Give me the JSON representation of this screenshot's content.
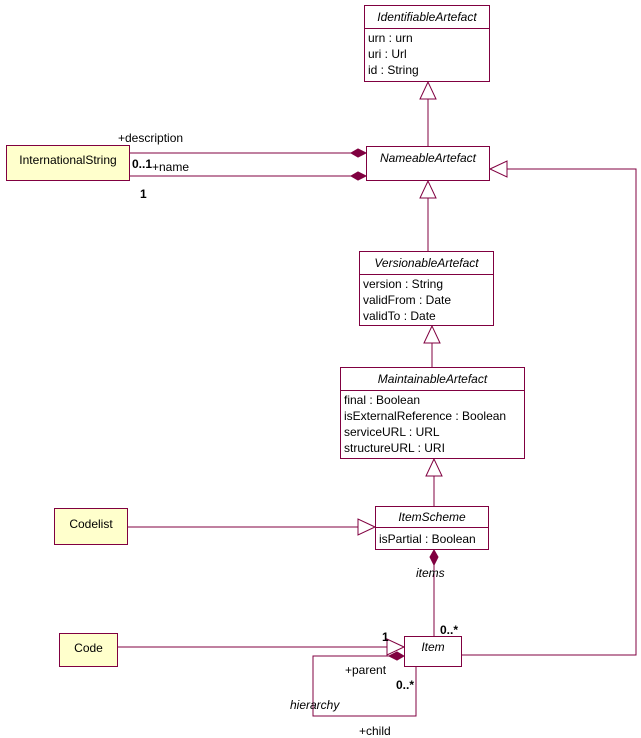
{
  "classes": {
    "identifiable": {
      "name": "IdentifiableArtefact",
      "attributes": [
        "urn : urn",
        "uri : Url",
        "id : String"
      ]
    },
    "nameable": {
      "name": "NameableArtefact"
    },
    "versionable": {
      "name": "VersionableArtefact",
      "attributes": [
        "version : String",
        "validFrom : Date",
        "validTo : Date"
      ]
    },
    "maintainable": {
      "name": "MaintainableArtefact",
      "attributes": [
        "final : Boolean",
        "isExternalReference : Boolean",
        "serviceURL : URL",
        "structureURL : URI"
      ]
    },
    "itemscheme": {
      "name": "ItemScheme",
      "attributes": [
        "isPartial : Boolean"
      ]
    },
    "item": {
      "name": "Item"
    },
    "internationalstring": {
      "name": "InternationalString"
    },
    "codelist": {
      "name": "Codelist"
    },
    "code": {
      "name": "Code"
    }
  },
  "labels": {
    "description_role": "+description",
    "name_role": "+name",
    "desc_multiplicity": "0..1",
    "name_multiplicity": "1",
    "items_role": "items",
    "items_multiplicity": "0..*",
    "code_multiplicity": "1",
    "parent_role": "+parent",
    "child_multiplicity": "0..*",
    "hierarchy_role": "hierarchy",
    "child_role": "+child"
  },
  "colors": {
    "line": "#800040",
    "note_fill": "#ffffcc"
  }
}
